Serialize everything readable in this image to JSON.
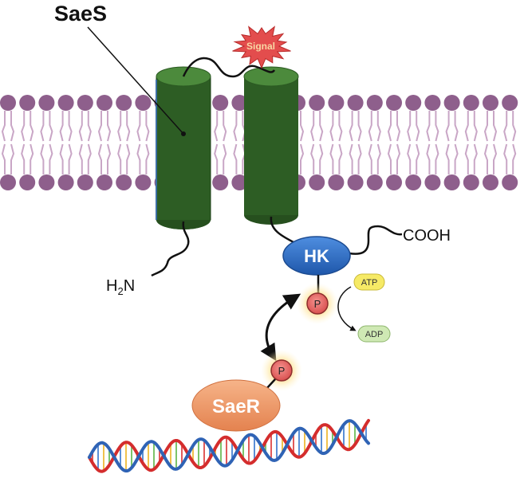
{
  "protein_name": "SaeS",
  "signal_label": "Signal",
  "n_terminus": {
    "main": "H",
    "sub": "2",
    "tail": "N"
  },
  "c_terminus": "COOH",
  "kinase_label": "HK",
  "phospho_label": "P",
  "atp_label": "ATP",
  "adp_label": "ADP",
  "regulator_label": "SaeR",
  "colors": {
    "membrane": "#8e5f8c",
    "membrane_tail": "#c9a6c6",
    "helix_body": "#2b5a22",
    "helix_top": "#4c8a3c",
    "signal_star": "#e34d4d",
    "kinase": "#2e6bc2",
    "phospho": "#e0686a",
    "phospho_glow": "#f7c25a",
    "atp": "#f6ea66",
    "adp": "#cfe9b4",
    "regulator": "#ed9a6a",
    "dna_red": "#d42d2d",
    "dna_blue": "#2f63b5"
  }
}
